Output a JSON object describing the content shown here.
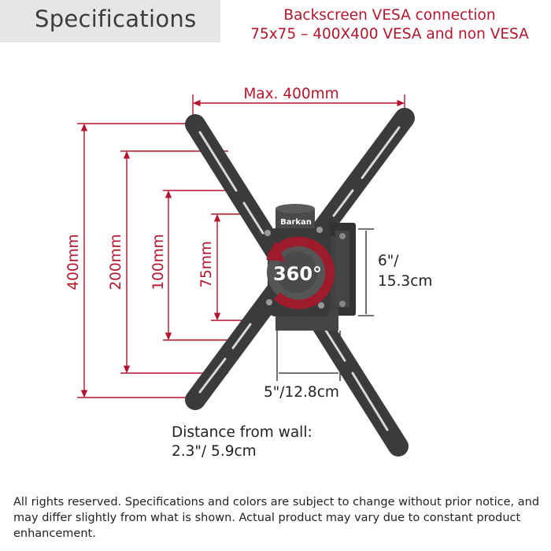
{
  "header": {
    "title": "Specifications",
    "vesa_line1": "Backscreen VESA connection",
    "vesa_line2": "75x75 – 400X400 VESA and non VESA"
  },
  "diagram": {
    "max_width_label": "Max. 400mm",
    "dim_400": "400mm",
    "dim_200": "200mm",
    "dim_100": "100mm",
    "dim_75": "75mm",
    "rotation_label": "360°",
    "brand_label": "Barkan",
    "height_line1": "6\"/",
    "height_line2": "15.3cm",
    "depth_label": "5\"/12.8cm",
    "wall_distance_line1": "Distance from wall:",
    "wall_distance_line2": "2.3\"/ 5.9cm"
  },
  "footer": {
    "disclaimer": "All rights reserved. Specifications and colors are subject to change without prior notice, and may differ slightly from what is shown. Actual product may vary due to constant product enhancement."
  },
  "colors": {
    "accent_red": "#b3152c",
    "mount_dark": "#3b3b3b",
    "tag_gray": "#e6e6e6"
  }
}
